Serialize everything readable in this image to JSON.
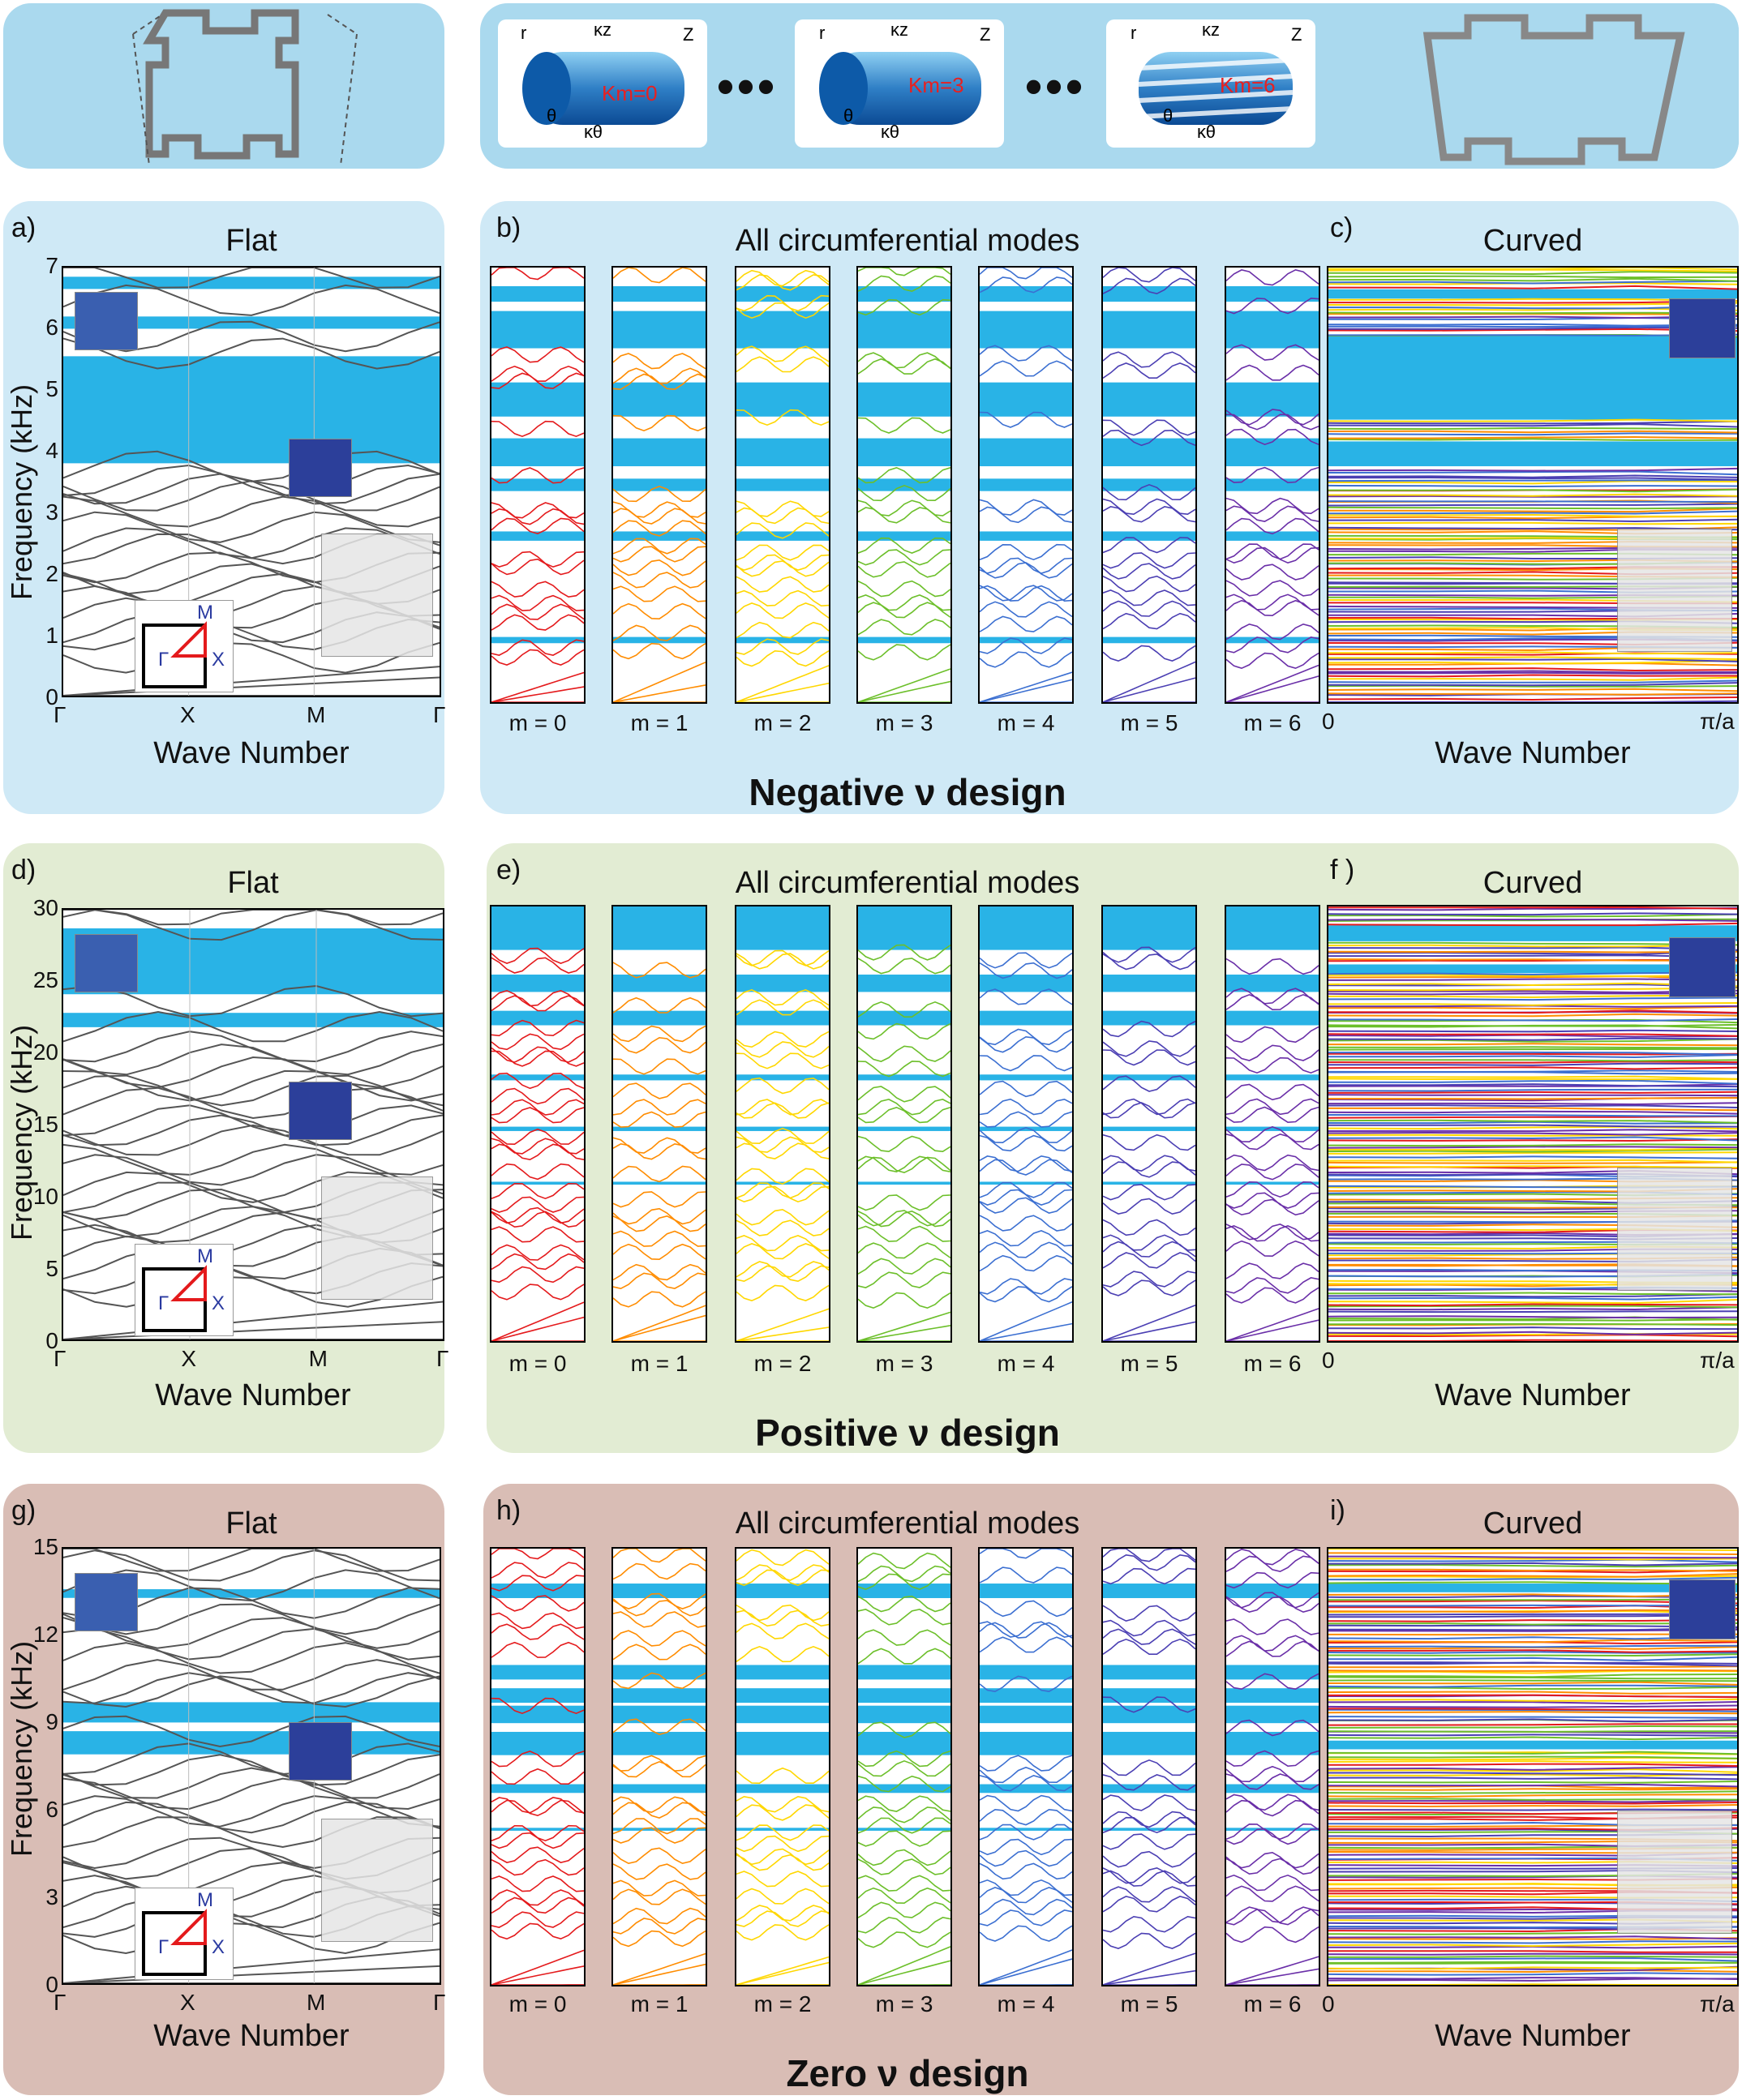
{
  "colors": {
    "gap": "#29b3e6",
    "flat_line": "#555555",
    "modes": [
      "#e41a1c",
      "#ff8c00",
      "#ffd700",
      "#6cbf2a",
      "#3b6fd1",
      "#4b3fb3",
      "#6a2fa8"
    ]
  },
  "top": {
    "labels": {
      "cyl0": {
        "r": "r",
        "kz": "κz",
        "z": "Z",
        "theta": "θ",
        "kt": "κθ",
        "km": "Km=0"
      },
      "cyl1": {
        "r": "r",
        "kz": "κz",
        "z": "Z",
        "theta": "θ",
        "kt": "κθ",
        "km": "Km=3"
      },
      "cyl2": {
        "r": "r",
        "kz": "κz",
        "z": "Z",
        "theta": "θ",
        "kt": "κθ",
        "km": "Km=6"
      }
    },
    "ellipsis": "•••"
  },
  "rows": [
    {
      "letters": {
        "flat": "a)",
        "all": "b)",
        "curved": "c)"
      },
      "titles": {
        "flat": "Flat",
        "all": "All circumferential modes",
        "curved": "Curved"
      },
      "ylabel": "Frequency (kHz)",
      "yticks": [
        "7",
        "6",
        "5",
        "4",
        "3",
        "2",
        "1",
        "0"
      ],
      "xticks_flat": [
        "Γ",
        "X",
        "M",
        "Γ"
      ],
      "xticks_curved": [
        "0",
        "π/a"
      ],
      "xlabel": "Wave Number",
      "design": "Negative ν design",
      "m_labels": [
        "m = 0",
        "m = 1",
        "m = 2",
        "m = 3",
        "m = 4",
        "m = 5",
        "m = 6"
      ],
      "bz": {
        "M": "M",
        "G": "Γ",
        "X": "X"
      }
    },
    {
      "letters": {
        "flat": "d)",
        "all": "e)",
        "curved": "f )"
      },
      "titles": {
        "flat": "Flat",
        "all": "All circumferential modes",
        "curved": "Curved"
      },
      "ylabel": "Frequency (kHz)",
      "yticks": [
        "30",
        "25",
        "20",
        "15",
        "10",
        "5",
        "0"
      ],
      "xticks_flat": [
        "Γ",
        "X",
        "M",
        "Γ"
      ],
      "xticks_curved": [
        "0",
        "π/a"
      ],
      "xlabel": "Wave Number",
      "design": "Positive ν design",
      "m_labels": [
        "m = 0",
        "m = 1",
        "m = 2",
        "m = 3",
        "m = 4",
        "m = 5",
        "m = 6"
      ],
      "bz": {
        "M": "M",
        "G": "Γ",
        "X": "X"
      }
    },
    {
      "letters": {
        "flat": "g)",
        "all": "h)",
        "curved": "i)"
      },
      "titles": {
        "flat": "Flat",
        "all": "All circumferential modes",
        "curved": "Curved"
      },
      "ylabel": "Frequency (kHz)",
      "yticks": [
        "15",
        "12",
        "9",
        "6",
        "3",
        "0"
      ],
      "xticks_flat": [
        "Γ",
        "X",
        "M",
        "Γ"
      ],
      "xticks_curved": [
        "0",
        "π/a"
      ],
      "xlabel": "Wave Number",
      "design": "Zero ν design",
      "m_labels": [
        "m = 0",
        "m = 1",
        "m = 2",
        "m = 3",
        "m = 4",
        "m = 5",
        "m = 6"
      ],
      "bz": {
        "M": "M",
        "G": "Γ",
        "X": "X"
      }
    }
  ],
  "chart_data": [
    {
      "type": "line",
      "title": "Flat",
      "xlabel": "Wave Number",
      "ylabel": "Frequency (kHz)",
      "x_ticks": [
        "Γ",
        "X",
        "M",
        "Γ"
      ],
      "ylim": [
        0,
        7
      ],
      "band_gaps": [
        [
          6.65,
          6.85
        ],
        [
          6.0,
          6.2
        ],
        [
          3.8,
          5.55
        ]
      ]
    },
    {
      "type": "line",
      "title": "All circumferential modes",
      "ylim": [
        0,
        7
      ],
      "series": [
        "m = 0",
        "m = 1",
        "m = 2",
        "m = 3",
        "m = 4",
        "m = 5",
        "m = 6"
      ],
      "band_gaps": [
        [
          6.45,
          6.7
        ],
        [
          5.7,
          6.3
        ],
        [
          4.6,
          5.15
        ],
        [
          3.8,
          4.25
        ],
        [
          3.4,
          3.6
        ],
        [
          2.6,
          2.75
        ],
        [
          0.95,
          1.05
        ]
      ]
    },
    {
      "type": "line",
      "title": "Curved",
      "xlabel": "Wave Number",
      "x_ticks": [
        "0",
        "π/a"
      ],
      "ylim": [
        0,
        7
      ],
      "band_gaps": [
        [
          6.5,
          6.65
        ],
        [
          4.55,
          5.9
        ],
        [
          3.8,
          4.2
        ]
      ]
    },
    {
      "type": "line",
      "title": "Flat",
      "xlabel": "Wave Number",
      "ylabel": "Frequency (kHz)",
      "x_ticks": [
        "Γ",
        "X",
        "M",
        "Γ"
      ],
      "ylim": [
        0,
        30
      ],
      "band_gaps": [
        [
          24.1,
          28.7
        ],
        [
          21.8,
          22.8
        ]
      ]
    },
    {
      "type": "line",
      "title": "All circumferential modes",
      "ylim": [
        0,
        30
      ],
      "series": [
        "m = 0",
        "m = 1",
        "m = 2",
        "m = 3",
        "m = 4",
        "m = 5",
        "m = 6"
      ],
      "band_gaps": [
        [
          27.0,
          30.0
        ],
        [
          24.1,
          25.3
        ],
        [
          21.8,
          22.8
        ],
        [
          18.0,
          18.4
        ],
        [
          14.5,
          14.8
        ],
        [
          10.8,
          11.0
        ]
      ]
    },
    {
      "type": "line",
      "title": "Curved",
      "xlabel": "Wave Number",
      "x_ticks": [
        "0",
        "π/a"
      ],
      "ylim": [
        0,
        30
      ],
      "band_gaps": [
        [
          27.6,
          28.7
        ],
        [
          25.4,
          26.0
        ]
      ]
    },
    {
      "type": "line",
      "title": "Flat",
      "xlabel": "Wave Number",
      "ylabel": "Frequency (kHz)",
      "x_ticks": [
        "Γ",
        "X",
        "M",
        "Γ"
      ],
      "ylim": [
        0,
        15
      ],
      "band_gaps": [
        [
          13.3,
          13.6
        ],
        [
          9.0,
          9.7
        ],
        [
          7.9,
          8.7
        ]
      ]
    },
    {
      "type": "line",
      "title": "All circumferential modes",
      "ylim": [
        0,
        15
      ],
      "series": [
        "m = 0",
        "m = 1",
        "m = 2",
        "m = 3",
        "m = 4",
        "m = 5",
        "m = 6"
      ],
      "band_gaps": [
        [
          13.3,
          13.8
        ],
        [
          10.5,
          11.0
        ],
        [
          9.7,
          10.2
        ],
        [
          9.0,
          9.6
        ],
        [
          7.9,
          8.7
        ],
        [
          6.6,
          6.9
        ],
        [
          5.3,
          5.4
        ]
      ]
    },
    {
      "type": "line",
      "title": "Curved",
      "xlabel": "Wave Number",
      "x_ticks": [
        "0",
        "π/a"
      ],
      "ylim": [
        0,
        15
      ],
      "band_gaps": [
        [
          13.5,
          13.8
        ],
        [
          8.1,
          8.4
        ]
      ]
    }
  ]
}
